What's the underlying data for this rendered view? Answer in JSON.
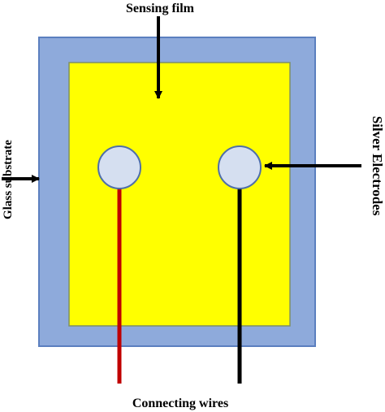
{
  "labels": {
    "sensing_film": "Sensing film",
    "silver_electrodes": "Silver Electrodes",
    "glass_substrate": "Glass substrate",
    "connecting_wires": "Connecting wires"
  },
  "colors": {
    "glass_substrate": "#8eaadb",
    "sensing_film": "#ffff00",
    "electrode": "#d5dff0",
    "wire_left": "#c00000",
    "wire_right": "#000000",
    "arrow": "#000000"
  }
}
